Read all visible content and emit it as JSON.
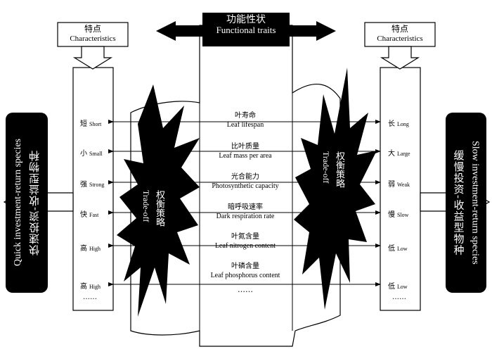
{
  "header": {
    "title_cn": "功能性状",
    "title_en": "Functional traits",
    "left_char_cn": "特点",
    "left_char_en": "Characteristics",
    "right_char_cn": "特点",
    "right_char_en": "Characteristics"
  },
  "left_side": {
    "cn": "快速投资-收益型物种",
    "en": "Quick investment-return species"
  },
  "right_side": {
    "cn": "缓慢投资-收益型物种",
    "en": "Slow investment-return species"
  },
  "tradeoff_left": {
    "cn": "权衡策略",
    "en": "Trade-off"
  },
  "tradeoff_right": {
    "cn": "权衡策略",
    "en": "Trade-off"
  },
  "traits": [
    {
      "cn": "叶寿命",
      "en": "Leaf lifespan"
    },
    {
      "cn": "比叶质量",
      "en": "Leaf mass per area"
    },
    {
      "cn": "光合能力",
      "en": "Photosynthetic capacity"
    },
    {
      "cn": "暗呼吸速率",
      "en": "Dark respiration rate"
    },
    {
      "cn": "叶氮含量",
      "en": "Leaf nitrogen content"
    },
    {
      "cn": "叶磷含量",
      "en": "Leaf phosphorus content"
    }
  ],
  "traits_more": "……",
  "left_values": [
    {
      "cn": "短",
      "en": "Short"
    },
    {
      "cn": "小",
      "en": "Small"
    },
    {
      "cn": "强",
      "en": "Strong"
    },
    {
      "cn": "快",
      "en": "Fast"
    },
    {
      "cn": "高",
      "en": "High"
    },
    {
      "cn": "高",
      "en": "High"
    }
  ],
  "left_more": "……",
  "right_values": [
    {
      "cn": "长",
      "en": "Long"
    },
    {
      "cn": "大",
      "en": "Large"
    },
    {
      "cn": "弱",
      "en": "Weak"
    },
    {
      "cn": "慢",
      "en": "Slow"
    },
    {
      "cn": "低",
      "en": "Low"
    },
    {
      "cn": "低",
      "en": "Low"
    }
  ],
  "right_more": "……"
}
